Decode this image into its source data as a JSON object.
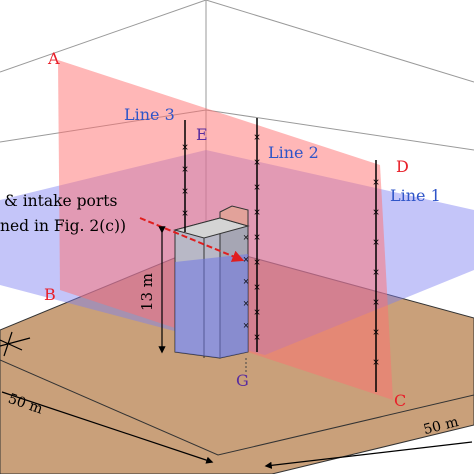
{
  "points": {
    "A": "A",
    "B": "B",
    "C": "C",
    "D": "D",
    "E": "E",
    "G": "G"
  },
  "lines": {
    "line1": "Line 1",
    "line2": "Line 2",
    "line3": "Line 3"
  },
  "annotation": {
    "text_line1": "& intake ports",
    "text_line2": "ned in Fig. 2(c))"
  },
  "dimensions": {
    "height": "13 m",
    "width_left": "50 m",
    "width_right": "50 m"
  },
  "colors": {
    "plane_red": "#ff6f6f",
    "plane_blue": "#7c7ff2",
    "ground": "#c9a07a",
    "label_red": "#e8202a",
    "label_blue": "#2f55c8",
    "label_purple": "#5a2d9e",
    "arrow_red": "#e01e1e"
  }
}
